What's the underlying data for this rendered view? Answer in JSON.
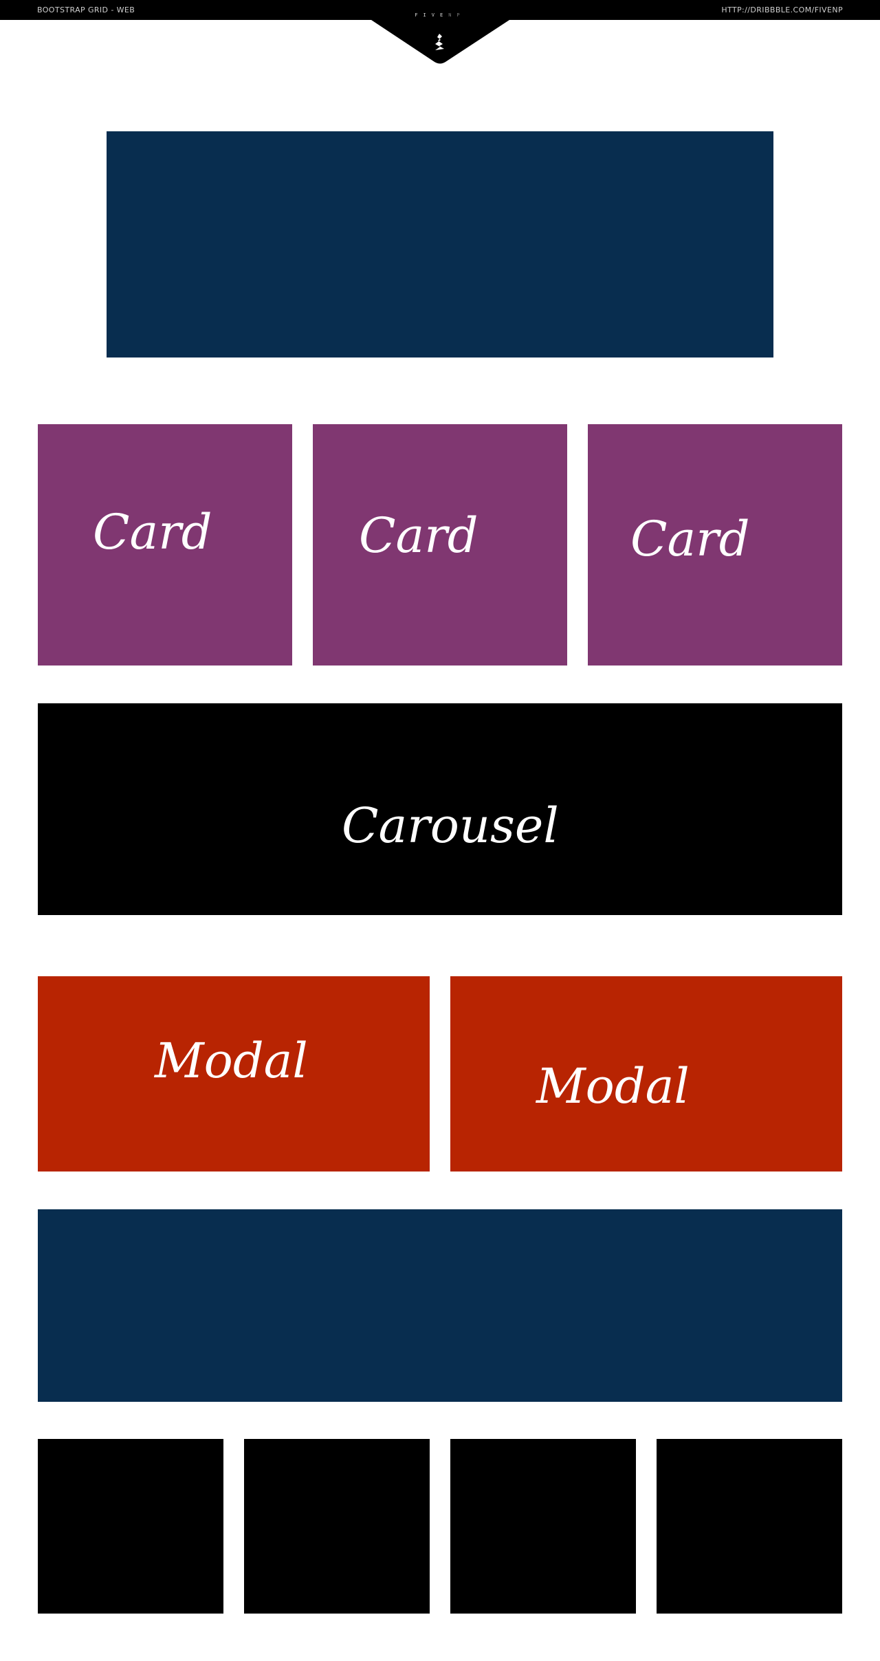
{
  "header": {
    "left_text": "BOOTSTRAP GRID - WEB",
    "right_text": "HTTP://DRIBBBLE.COM/FIVENP",
    "brand_main": "FIVE",
    "brand_tail": "NP",
    "logo_icon": "fivenp-logo-icon"
  },
  "cards": [
    {
      "label": "Card"
    },
    {
      "label": "Card"
    },
    {
      "label": "Card"
    }
  ],
  "carousel": {
    "label": "Carousel"
  },
  "modals": [
    {
      "label": "Modal"
    },
    {
      "label": "Modal"
    }
  ],
  "colors": {
    "topbar": "#000000",
    "navy": "#082d4f",
    "purple": "#803771",
    "black": "#000000",
    "red": "#b82402",
    "text": "#ffffff"
  }
}
